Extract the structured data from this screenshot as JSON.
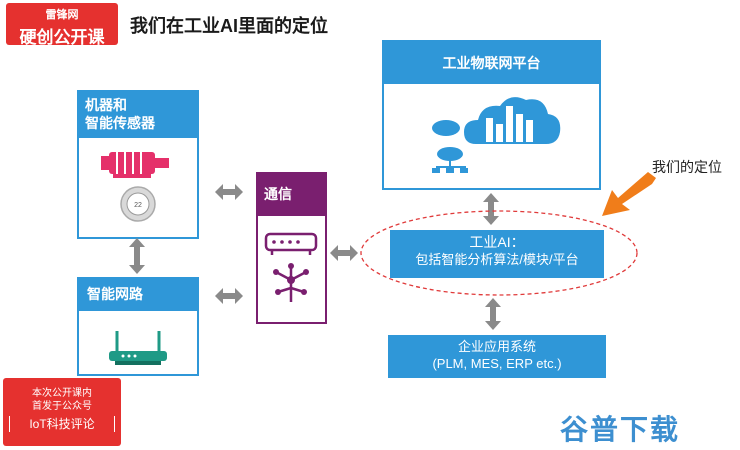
{
  "logo_top": {
    "line1": "雷锋网",
    "line2": "硬创公开课"
  },
  "title": "我们在工业AI里面的定位",
  "sensors_box": {
    "title": "机器和\n智能传感器"
  },
  "gauge_text": "22",
  "network_box": {
    "title": "智能网路"
  },
  "comm_box": {
    "title": "通信"
  },
  "iot_platform_box": {
    "title": "工业物联网平台"
  },
  "ai_box": {
    "line1": "工业AI：",
    "line2": "包括智能分析算法/模块/平台"
  },
  "enterprise_box": {
    "line1": "企业应用系统",
    "line2": "(PLM, MES, ERP etc.)"
  },
  "position_label": "我们的定位",
  "logo_bottom": {
    "line1": "本次公开课内",
    "line2": "首发于公众号",
    "line3": "IoT科技评论"
  },
  "watermark": "谷普下载",
  "colors": {
    "accent_blue": "#2f97d8",
    "purple": "#7a1f6f",
    "red": "#e5312f",
    "orange": "#f07d1a",
    "arrow_grey": "#8a8a8a"
  }
}
